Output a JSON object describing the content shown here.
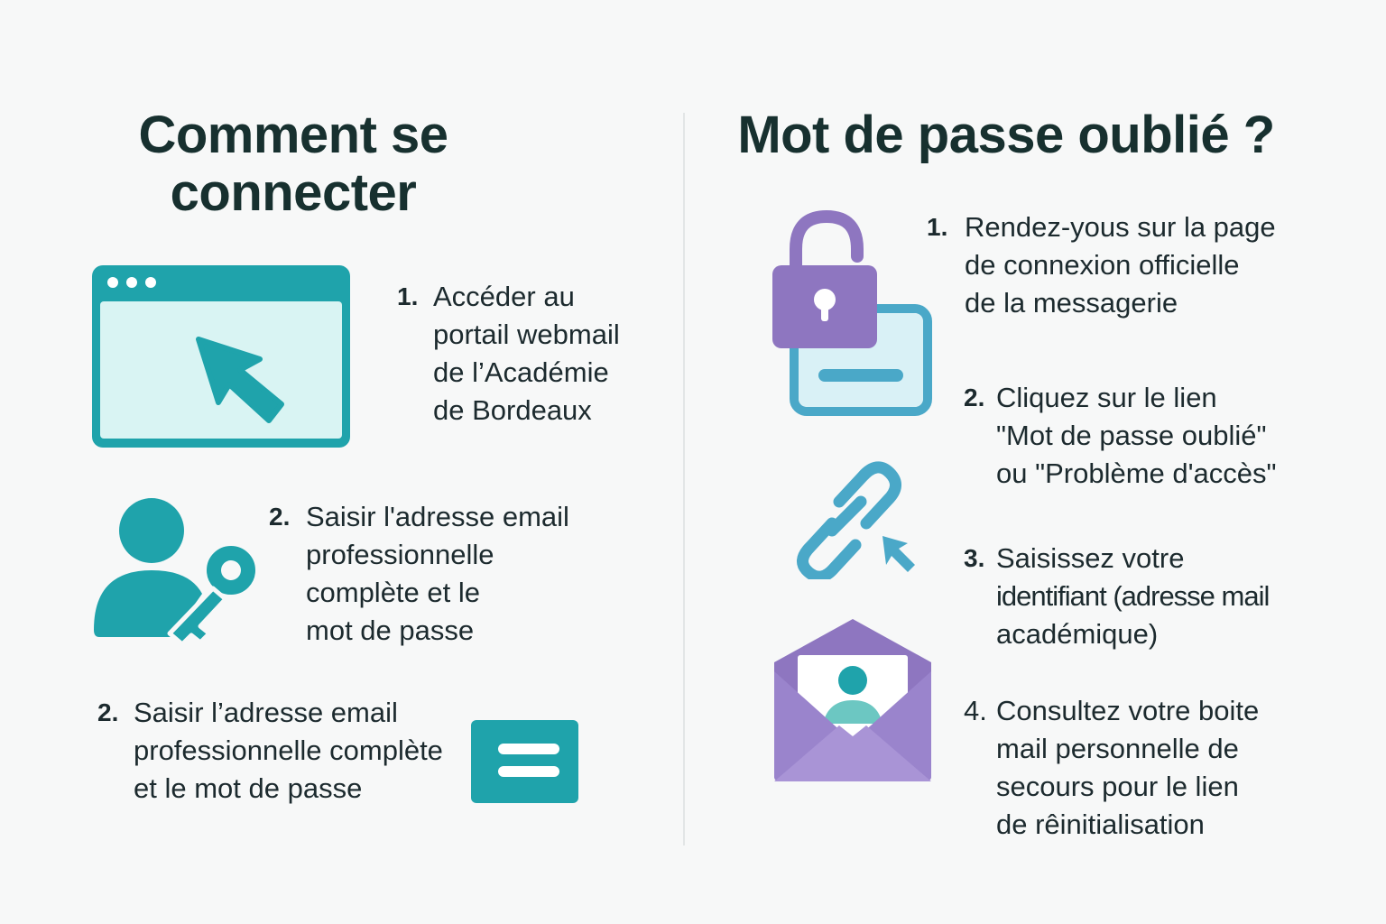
{
  "left": {
    "title_lines": [
      "Comment se",
      "connecter"
    ],
    "steps": [
      {
        "num": "1.",
        "lines": [
          "Accéder au",
          "portail webmail",
          "de l’Académie",
          "de Bordeaux"
        ],
        "icon": "browser-cursor-icon"
      },
      {
        "num": "2.",
        "lines": [
          "Saisir l'adresse email",
          "professionnelle",
          "complète et le",
          "mot de passe"
        ],
        "icon": "user-key-icon"
      },
      {
        "num": "2.",
        "lines": [
          "Saisir l’adresse email",
          "professionnelle complète",
          "et le mot de passe"
        ],
        "icon": "form-fields-icon"
      }
    ]
  },
  "right": {
    "title": "Mot de passe oublié ?",
    "steps": [
      {
        "num": "1.",
        "lines": [
          "Rendez-yous sur la page",
          "de connexion officielle",
          "de la messagerie"
        ],
        "icon": "unlocked-padlock-icon"
      },
      {
        "num": "2.",
        "lines": [
          "Cliquez sur le lien",
          "\"Mot de passe oublié\"",
          "ou \"Problème d'accès\""
        ],
        "icon": "link-cursor-icon"
      },
      {
        "num": "3.",
        "lines": [
          "Saisissez votre",
          "identifiant (adresse mail",
          "académique)"
        ],
        "icon": "none"
      },
      {
        "num": "4.",
        "lines": [
          "Consultez votre boite",
          "mail personnelle de",
          "secours pour le lien",
          "de rêinitialisation"
        ],
        "icon": "envelope-user-icon"
      }
    ]
  },
  "colors": {
    "teal": "#1fa3ab",
    "purple": "#8e76c0",
    "blue": "#4aa8c8",
    "text": "#1c2a2e"
  }
}
